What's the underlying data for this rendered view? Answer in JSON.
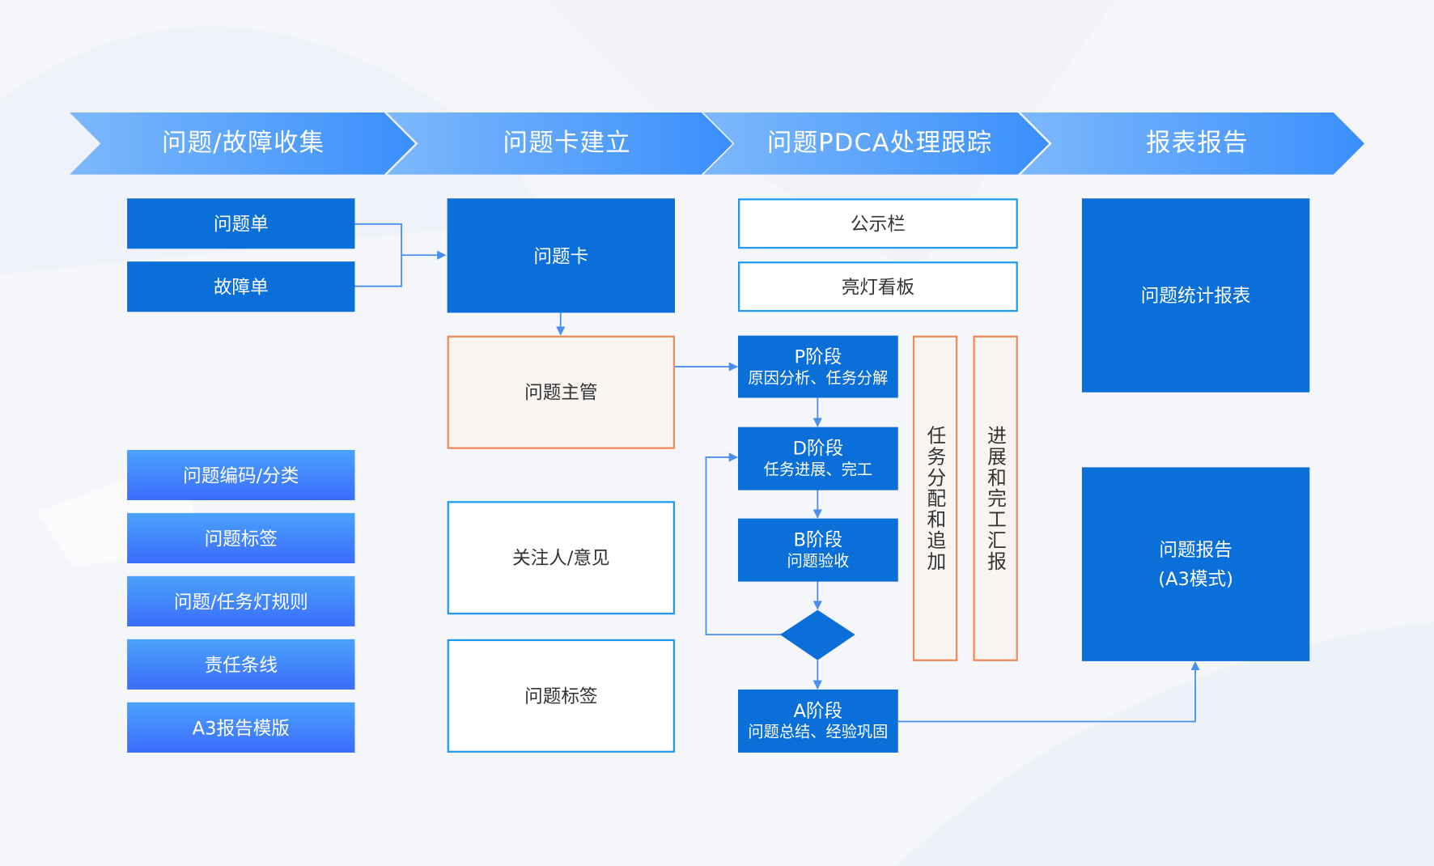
{
  "colors": {
    "chevron_light": "#7db8fb",
    "chevron_dark": "#3a8ffd",
    "box_solid": "#0b6fd9",
    "box_gradient_top": "#4ba2fb",
    "box_gradient_bottom": "#3b6cfb",
    "outline_blue": "#1e9bf0",
    "outline_orange": "#f08a5a",
    "orange_fill": "#f8f4f1",
    "arrow": "#4a8ef0",
    "background": "#f4f6fa"
  },
  "header": {
    "steps": [
      {
        "label": "问题/故障收集"
      },
      {
        "label": "问题卡建立"
      },
      {
        "label": "问题PDCA处理跟踪"
      },
      {
        "label": "报表报告"
      }
    ]
  },
  "collection": {
    "sources": [
      {
        "label": "问题单"
      },
      {
        "label": "故障单"
      }
    ],
    "config": [
      {
        "label": "问题编码/分类"
      },
      {
        "label": "问题标签"
      },
      {
        "label": "问题/任务灯规则"
      },
      {
        "label": "责任条线"
      },
      {
        "label": "A3报告模版"
      }
    ]
  },
  "card": {
    "problem_card": "问题卡",
    "owner": "问题主管",
    "followers": "关注人/意见",
    "tags": "问题标签"
  },
  "pdca": {
    "bulletin": "公示栏",
    "light_board": "亮灯看板",
    "stages": [
      {
        "title": "P阶段",
        "desc": "原因分析、任务分解"
      },
      {
        "title": "D阶段",
        "desc": "任务进展、完工"
      },
      {
        "title": "B阶段",
        "desc": "问题验收"
      },
      {
        "title": "A阶段",
        "desc": "问题总结、经验巩固"
      }
    ],
    "decision": "",
    "side_bars": [
      {
        "label": "任务分配和追加"
      },
      {
        "label": "进展和完工汇报"
      }
    ]
  },
  "report": {
    "stats": "问题统计报表",
    "a3_title": "问题报告",
    "a3_sub": "(A3模式)"
  }
}
